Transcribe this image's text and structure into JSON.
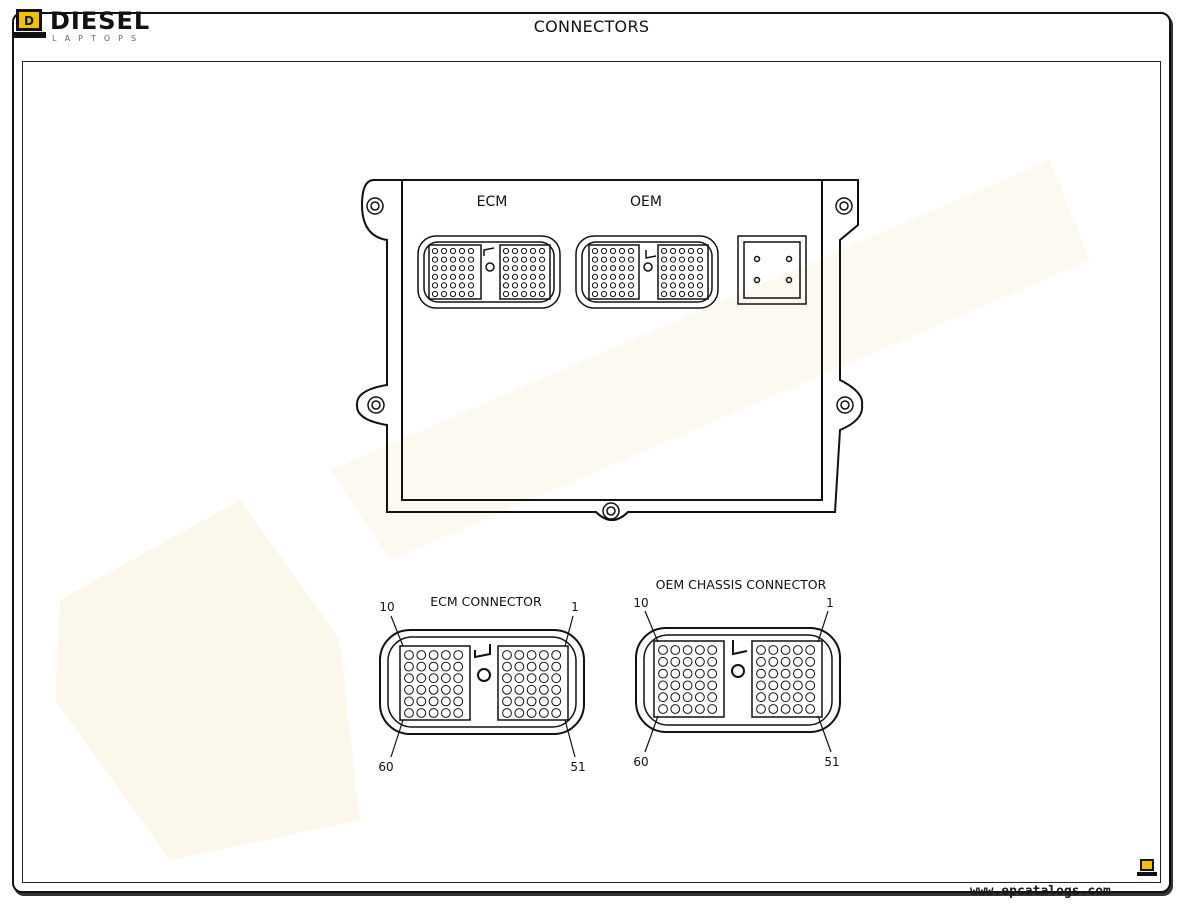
{
  "header": {
    "title": "CONNECTORS",
    "logo_word": "DIESEL",
    "logo_sub": "LAPTOPS",
    "logo_letter": "D"
  },
  "module": {
    "ecm_label": "ECM",
    "oem_label": "OEM"
  },
  "ecm_connector": {
    "title": "ECM CONNECTOR",
    "pins": {
      "top_left": "10",
      "top_right": "1",
      "bottom_left": "60",
      "bottom_right": "51"
    }
  },
  "oem_connector": {
    "title": "OEM CHASSIS CONNECTOR",
    "pins": {
      "top_left": "10",
      "top_right": "1",
      "bottom_left": "60",
      "bottom_right": "51"
    }
  },
  "footer": {
    "url": "www.epcatalogs.com"
  },
  "colors": {
    "stroke": "#111111",
    "logo_accent": "#f2c200",
    "watermark": "#f7f2d8"
  }
}
